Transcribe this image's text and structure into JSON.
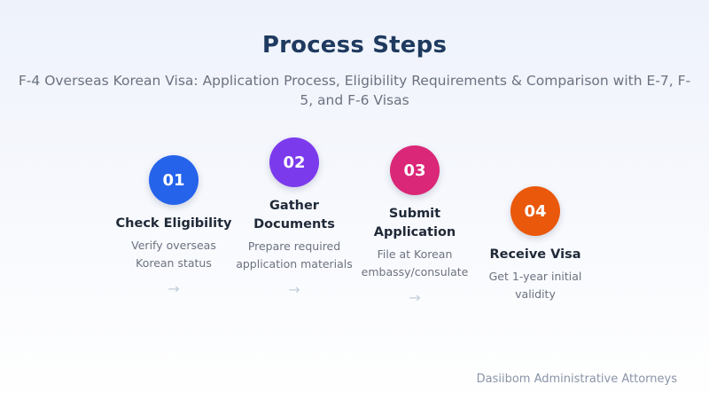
{
  "title": "Process Steps",
  "subtitle": "F-4 Overseas Korean Visa: Application Process, Eligibility Requirements & Comparison with E-7, F-5, and F-6 Visas",
  "steps": [
    {
      "number": "01",
      "title": "Check Eligibility",
      "description": "Verify overseas Korean status",
      "arrow": "→",
      "color": "#2563eb"
    },
    {
      "number": "02",
      "title": "Gather Documents",
      "description": "Prepare required application materials",
      "arrow": "→",
      "color": "#7c3aed"
    },
    {
      "number": "03",
      "title": "Submit Application",
      "description": "File at Korean embassy/consulate",
      "arrow": "→",
      "color": "#db2777"
    },
    {
      "number": "04",
      "title": "Receive Visa",
      "description": "Get 1-year initial validity",
      "color": "#ea580c"
    }
  ],
  "footer": "Dasiibom Administrative Attorneys"
}
